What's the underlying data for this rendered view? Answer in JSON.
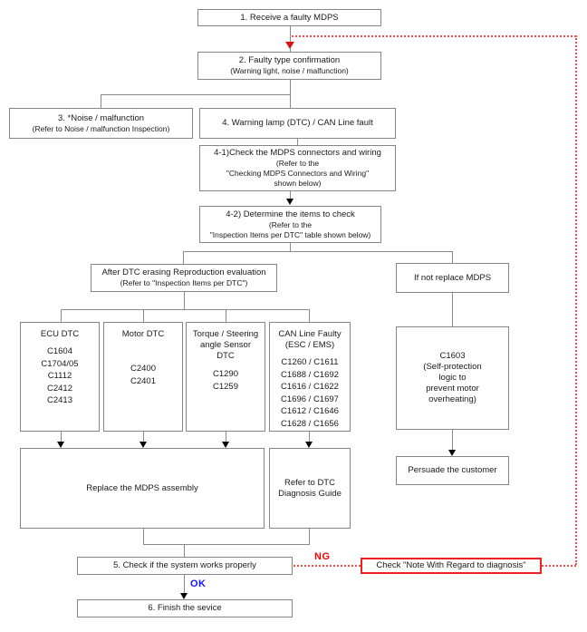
{
  "flowchart": {
    "nodes": {
      "step1": {
        "text": "1. Receive a faulty MDPS"
      },
      "step2": {
        "title": "2. Faulty type confirmation",
        "subtitle": "(Warning light, noise / malfunction)"
      },
      "step3": {
        "title": "3.  *Noise / malfunction",
        "subtitle": "(Refer to Noise / malfunction Inspection)"
      },
      "step4": {
        "text": "4. Warning lamp (DTC) / CAN Line fault"
      },
      "step4_1": {
        "line1": "4-1)Check the MDPS connectors and wiring",
        "line2": "(Refer to the",
        "line3": "\"Checking MDPS Connectors and Wiring\"",
        "line4": "shown below)"
      },
      "step4_2": {
        "line1": "4-2) Determine the items to check",
        "line2": "(Refer to the",
        "line3": "\"Inspection Items per DTC\" table shown below)"
      },
      "after_dtc": {
        "line1": "After DTC erasing Reproduction evaluation",
        "line2": "(Refer to \"Inspection Items per DTC\")"
      },
      "if_not": {
        "text": "If not replace MDPS"
      },
      "ecu_dtc": {
        "title": "ECU DTC",
        "codes": [
          "C1604",
          "C1704/05",
          "C1112",
          "C2412",
          "C2413"
        ]
      },
      "motor_dtc": {
        "title": "Motor DTC",
        "codes": [
          "C2400",
          "C2401"
        ]
      },
      "torque_dtc": {
        "title_line1": "Torque / Steering",
        "title_line2": "angle Sensor",
        "title_line3": "DTC",
        "codes": [
          "C1290",
          "C1259"
        ]
      },
      "can_dtc": {
        "title": "CAN Line Faulty",
        "subtitle": "(ESC / EMS)",
        "codes": [
          "C1260 / C1611",
          "C1688 / C1692",
          "C1616 / C1622",
          "C1696 / C1697",
          "C1612 / C1646",
          "C1628 / C1656"
        ]
      },
      "c1603": {
        "line1": "C1603",
        "line2": "(Self-protection",
        "line3": "logic to",
        "line4": "prevent motor",
        "line5": "overheating)"
      },
      "replace": {
        "text": "Replace the MDPS assembly"
      },
      "refer": {
        "line1": "Refer to DTC",
        "line2": "Diagnosis Guide"
      },
      "persuade": {
        "text": "Persuade the customer"
      },
      "step5": {
        "text": "5. Check if the system works properly"
      },
      "check_note": {
        "text": "Check \"Note With Regard to diagnosis\""
      },
      "step6": {
        "text": "6. Finish the sevice"
      }
    },
    "edge_labels": {
      "ng": "NG",
      "ok": "OK"
    },
    "colors": {
      "box_border": "#858585",
      "connector_line": "#8a8a8a",
      "arrowhead": "#000000",
      "ng_label": "#ff0000",
      "ok_label": "#1414ff",
      "red_dotted_line": "#f05050",
      "note_box_border": "#ee2222"
    }
  }
}
